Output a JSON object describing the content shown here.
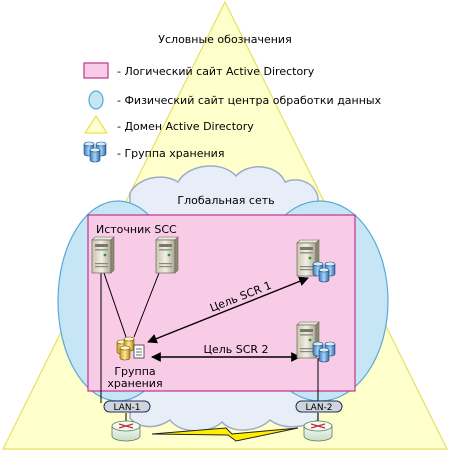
{
  "legend": {
    "title": "Условные обозначения",
    "items": [
      {
        "icon": "ad-site-rect-icon",
        "label": "- Логический сайт Active Directory"
      },
      {
        "icon": "datacenter-site-ellipse-icon",
        "label": "- Физический сайт центра обработки данных"
      },
      {
        "icon": "ad-domain-triangle-icon",
        "label": "- Домен Active Directory"
      },
      {
        "icon": "storage-group-icon",
        "label": "- Группа хранения"
      }
    ]
  },
  "diagram": {
    "wan_label": "Глобальная сеть",
    "source_label": "Источник SCC",
    "storage_group_label_line1": "Группа",
    "storage_group_label_line2": "хранения",
    "scr_target_1_label": "Цель SCR 1",
    "scr_target_2_label": "Цель SCR 2",
    "lan1_label": "LAN-1",
    "lan2_label": "LAN-2"
  },
  "colors": {
    "triangle_fill": "#ffffcc",
    "triangle_stroke": "#e8e060",
    "cloud_fill": "#e8eef8",
    "cloud_stroke": "#a0aac8",
    "datacenter_fill": "#c6e6f6",
    "datacenter_stroke": "#5aa8d8",
    "ad_site_fill": "#f8cce6",
    "ad_site_stroke": "#c0338a",
    "lightning": "#ffee00"
  }
}
